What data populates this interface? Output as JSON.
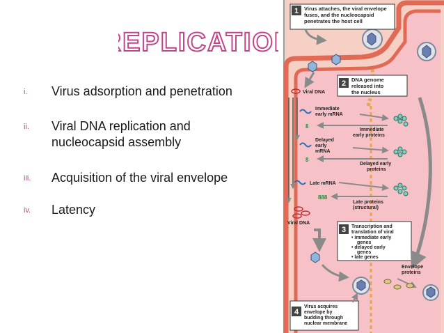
{
  "slide": {
    "title": "REPLICATION",
    "bullets": [
      {
        "num": "i.",
        "text": "Virus adsorption and penetration"
      },
      {
        "num": "ii.",
        "text": "Viral DNA replication and nucleocapsid assembly"
      },
      {
        "num": "iii.",
        "text": "Acquisition of the viral envelope"
      },
      {
        "num": "iv.",
        "text": "Latency"
      }
    ]
  },
  "diagram": {
    "step1": {
      "num": "1",
      "text": [
        "Virus attaches, the viral envelope",
        "fuses, and the nucleocapsid",
        "penetrates the host cell"
      ]
    },
    "step2": {
      "num": "2",
      "text": [
        "DNA genome",
        "released into",
        "the nucleus"
      ]
    },
    "step3": {
      "num": "3",
      "text": [
        "Transcription and",
        "translation of viral",
        "• immediate early",
        "genes",
        "• delayed early",
        "genes",
        "• late genes"
      ]
    },
    "step4": {
      "num": "4",
      "text": [
        "Virus acquires",
        "envelope by",
        "budding through",
        "nuclear membrane"
      ]
    },
    "labels": {
      "viral_dna_top": "Viral DNA",
      "immediate_early_mrna": [
        "Immediate",
        "early mRNA"
      ],
      "immediate_early_proteins": [
        "Immediate",
        "early proteins"
      ],
      "delayed_early_mrna": [
        "Delayed",
        "early",
        "mRNA"
      ],
      "delayed_early_proteins": [
        "Delayed early",
        "proteins"
      ],
      "late_mrna": "Late mRNA",
      "late_proteins": [
        "Late proteins",
        "(structural)"
      ],
      "viral_dna_bottom": "Viral DNA",
      "envelope_proteins": [
        "Envelope",
        "proteins"
      ]
    },
    "colors": {
      "cytoplasm": "#f6d0c4",
      "nucleus": "#f7c2c7",
      "membrane": "#e06a55",
      "arrow": "#8a8a8a",
      "title_fill": "#ffffff",
      "title_stroke": "#c0458b",
      "bullet_num": "#b84a86"
    }
  }
}
